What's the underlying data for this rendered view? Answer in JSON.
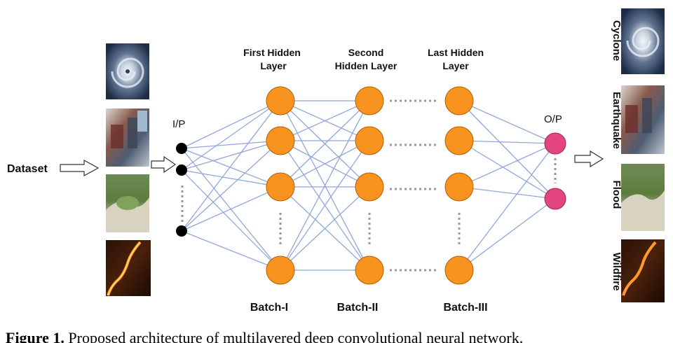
{
  "dataset_label": "Dataset",
  "input_label": "I/P",
  "output_label": "O/P",
  "layer_headers": {
    "first": [
      "First Hidden",
      "Layer"
    ],
    "second": [
      "Second",
      "Hidden Layer"
    ],
    "last": [
      "Last Hidden",
      "Layer"
    ]
  },
  "batches": [
    "Batch-I",
    "Batch-II",
    "Batch-III"
  ],
  "classes": [
    "Cyclone",
    "Earthquake",
    "Flood",
    "Wildfire"
  ],
  "caption": {
    "label": "Figure 1.",
    "text": "Proposed architecture of multilayered deep convolutional neural network."
  },
  "colors": {
    "hidden_node": "#f7931e",
    "output_node": "#e2457f",
    "input_node": "#000000",
    "edge": "#8fa8d8",
    "dots": "#9a9a9a"
  }
}
